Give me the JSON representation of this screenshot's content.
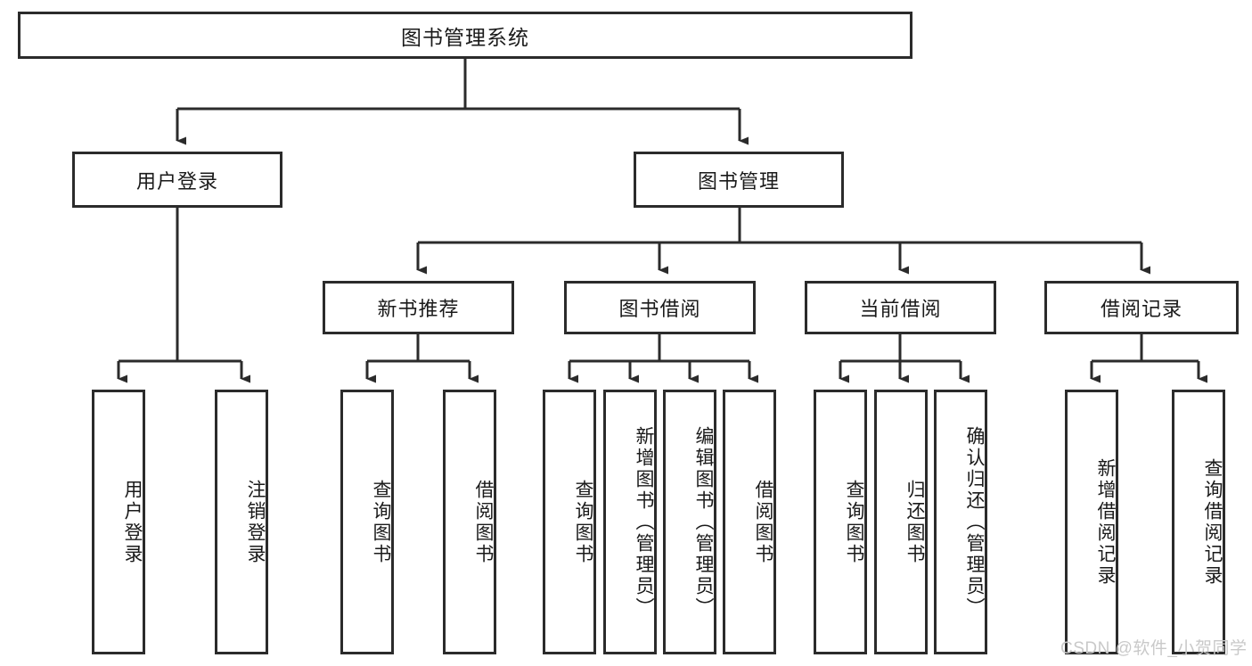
{
  "diagram": {
    "title": "图书管理系统",
    "type": "hierarchy-tree",
    "watermark": "CSDN @软件_小贺同学",
    "colors": {
      "border": "#2b2b2b",
      "background": "#ffffff",
      "text": "#1a1a1a",
      "watermark": "#c9c9c9"
    },
    "nodes": {
      "root": "图书管理系统",
      "level2": [
        "用户登录",
        "图书管理"
      ],
      "level3": [
        "新书推荐",
        "图书借阅",
        "当前借阅",
        "借阅记录"
      ],
      "leaves": {
        "user_login": [
          "用户登录",
          "注销登录"
        ],
        "new_book_recommend": [
          "查询图书",
          "借阅图书"
        ],
        "book_borrow": [
          "查询图书",
          "新增图书（管理员）",
          "编辑图书（管理员）",
          "借阅图书"
        ],
        "current_borrow": [
          "查询图书",
          "归还图书",
          "确认归还（管理员）"
        ],
        "borrow_record": [
          "新增借阅记录",
          "查询借阅记录"
        ]
      }
    }
  }
}
